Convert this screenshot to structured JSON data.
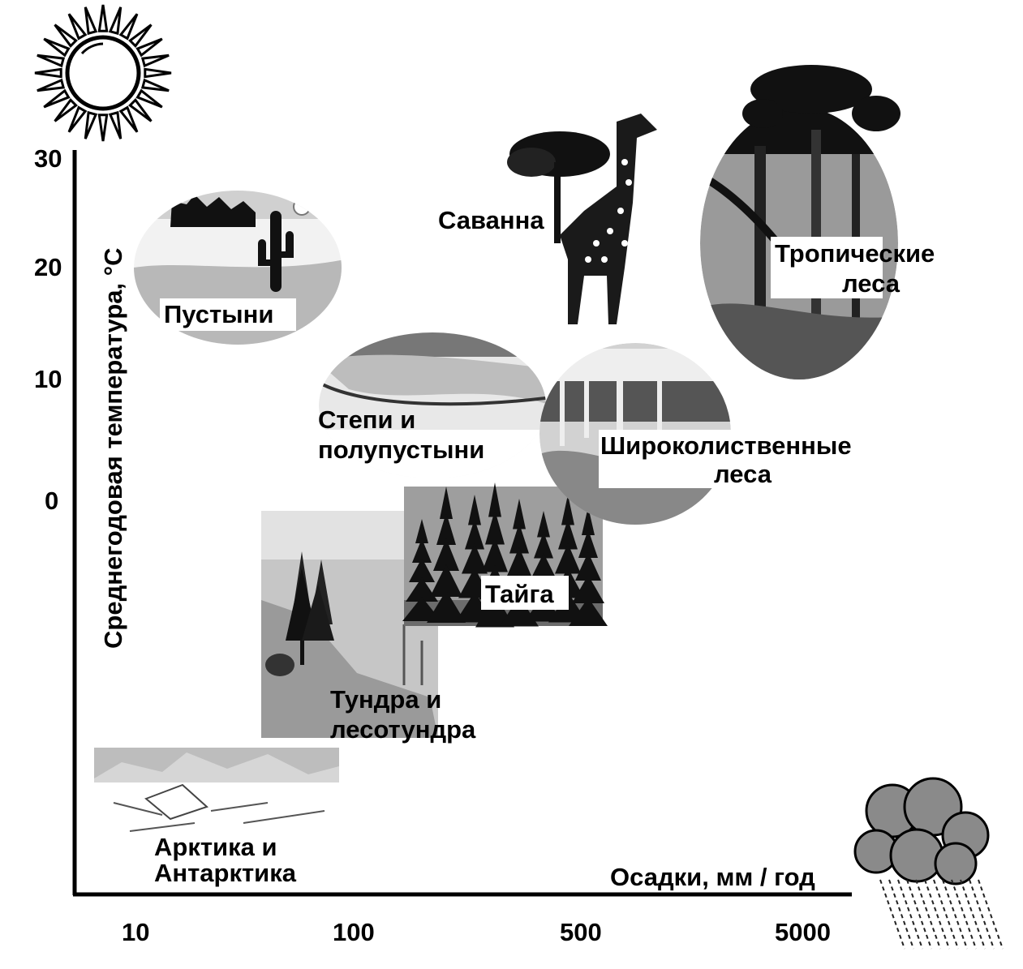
{
  "axes": {
    "y_label": "Среднегодовая температура, °С",
    "x_label": "Осадки, мм / год",
    "y_ticks": [
      "30",
      "20",
      "10",
      "0"
    ],
    "x_ticks": [
      "10",
      "100",
      "500",
      "5000"
    ]
  },
  "biomes": {
    "desert": "Пустыни",
    "savanna": "Саванна",
    "tropical_line1": "Тропические",
    "tropical_line2": "леса",
    "steppe_line1": "Степи и",
    "steppe_line2": "полупустыни",
    "broadleaf_line1": "Широколиственные",
    "broadleaf_line2": "леса",
    "taiga": "Тайга",
    "tundra_line1": "Тундра и",
    "tundra_line2": "лесотундра",
    "arctic_line1": "Арктика и",
    "arctic_line2": "Антарктика"
  },
  "icons": {
    "temperature": "sun-icon",
    "precipitation": "rain-cloud-icon"
  }
}
